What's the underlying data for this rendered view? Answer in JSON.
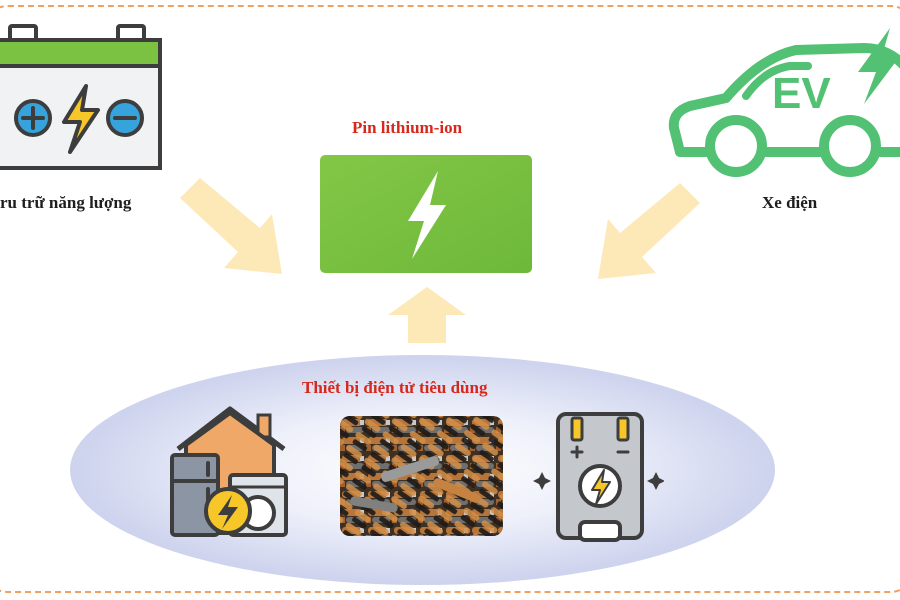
{
  "diagram": {
    "center": {
      "label": "Pin lithium-ion"
    },
    "sources": {
      "energy_storage": {
        "label": "ru trữ năng lượng",
        "icon": "car-battery-icon"
      },
      "electric_vehicle": {
        "label": "Xe điện",
        "icon": "electric-car-icon",
        "badge": "EV"
      },
      "consumer_electronics": {
        "label": "Thiết bị điện tử tiêu dùng",
        "icons": [
          "home-appliances-icon",
          "used-batteries-photo",
          "phone-battery-icon"
        ]
      }
    },
    "colors": {
      "label_red": "#d6281c",
      "battery_green": "#7cc242",
      "ev_green": "#52c173",
      "arrow_yellow": "#fde9b8",
      "frame_orange": "#f0a060",
      "ellipse_blue": "#b3bbe2"
    }
  }
}
